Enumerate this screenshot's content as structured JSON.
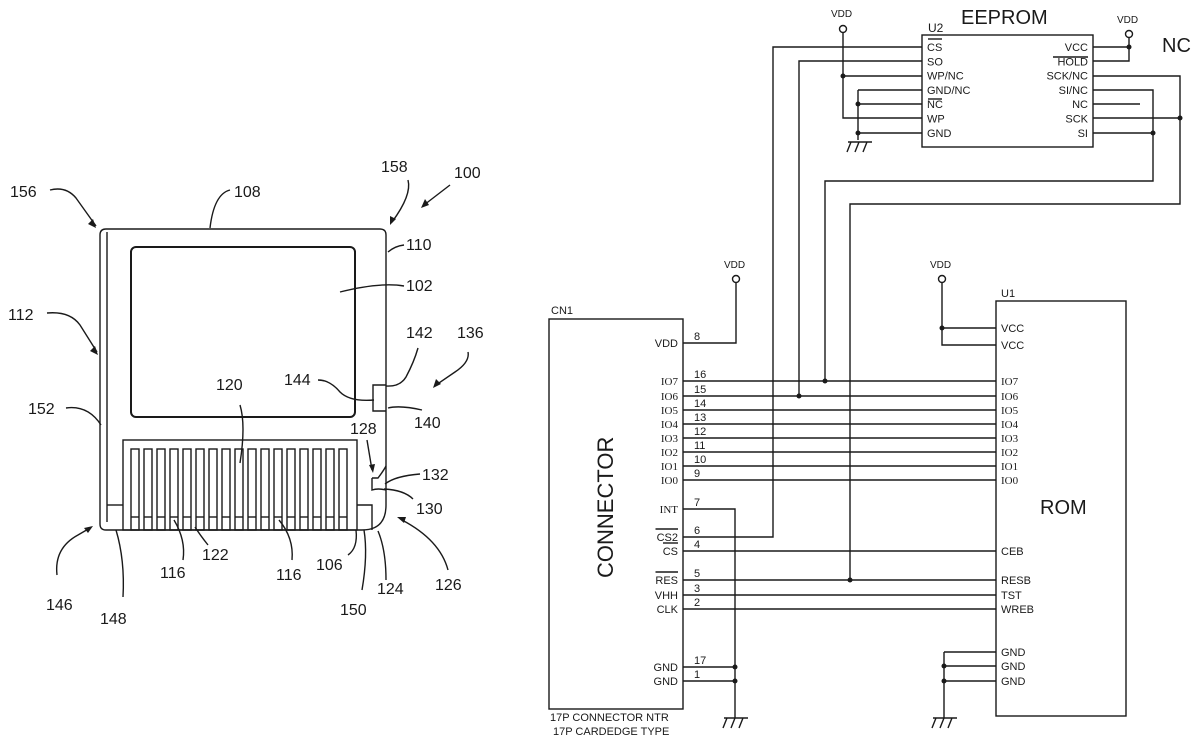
{
  "figure_left": {
    "title": "memory card",
    "reference_numerals": [
      "100",
      "102",
      "106",
      "108",
      "110",
      "112",
      "116",
      "116",
      "120",
      "122",
      "124",
      "126",
      "128",
      "130",
      "132",
      "136",
      "140",
      "142",
      "144",
      "146",
      "148",
      "150",
      "152",
      "156",
      "158"
    ],
    "contact_count": 17
  },
  "eeprom": {
    "ref": "U2",
    "title": "EEPROM",
    "side_label": "NC",
    "left_pins": [
      "CS",
      "SO",
      "WP/NC",
      "GND/NC",
      "NC",
      "WP",
      "GND"
    ],
    "right_pins": [
      "VCC",
      "HOLD",
      "SCK/NC",
      "SI/NC",
      "NC",
      "SCK",
      "SI"
    ],
    "power_label_left": "VDD",
    "power_label_right": "VDD"
  },
  "connector": {
    "ref": "CN1",
    "title": "CONNECTOR",
    "caption_line1": "17P CONNECTOR NTR",
    "caption_line2": "17P CARDEDGE TYPE",
    "power_label": "VDD",
    "pins": [
      {
        "name": "VDD",
        "num": "8"
      },
      {
        "name": "IO7",
        "num": "16"
      },
      {
        "name": "IO6",
        "num": "15"
      },
      {
        "name": "IO5",
        "num": "14"
      },
      {
        "name": "IO4",
        "num": "13"
      },
      {
        "name": "IO3",
        "num": "12"
      },
      {
        "name": "IO2",
        "num": "11"
      },
      {
        "name": "IO1",
        "num": "10"
      },
      {
        "name": "IO0",
        "num": "9"
      },
      {
        "name": "INT",
        "num": "7"
      },
      {
        "name": "CS2",
        "num": "6"
      },
      {
        "name": "CS",
        "num": "4"
      },
      {
        "name": "RES",
        "num": "5"
      },
      {
        "name": "VHH",
        "num": "3"
      },
      {
        "name": "CLK",
        "num": "2"
      },
      {
        "name": "GND",
        "num": "17"
      },
      {
        "name": "GND",
        "num": "1"
      }
    ]
  },
  "rom": {
    "ref": "U1",
    "title": "ROM",
    "power_label": "VDD",
    "pins": [
      "VCC",
      "VCC",
      "IO7",
      "IO6",
      "IO5",
      "IO4",
      "IO3",
      "IO2",
      "IO1",
      "IO0",
      "CEB",
      "RESB",
      "TST",
      "WREB",
      "GND",
      "GND",
      "GND"
    ]
  }
}
